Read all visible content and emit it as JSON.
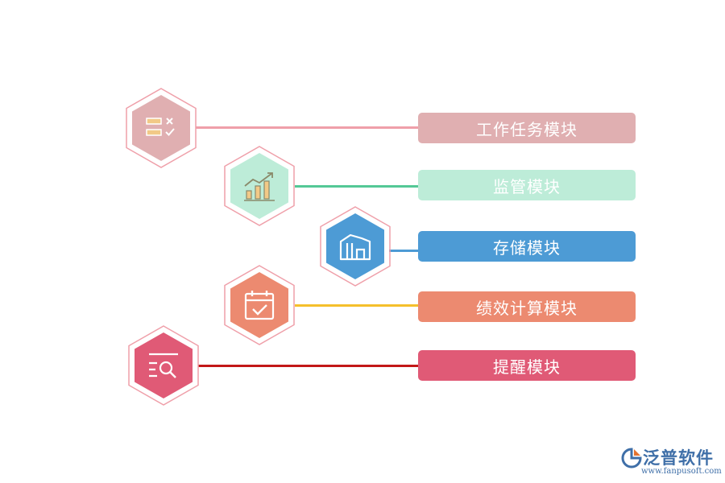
{
  "modules": [
    {
      "label": "工作任务模块",
      "color": "#e0afb1",
      "line_color": "#ef9fa9",
      "icon": "task-checklist-icon"
    },
    {
      "label": "监管模块",
      "color": "#bdecd8",
      "line_color": "#53c896",
      "icon": "bar-chart-trend-icon"
    },
    {
      "label": "存储模块",
      "color": "#4d9bd5",
      "line_color": "#4d9bd5",
      "icon": "warehouse-icon"
    },
    {
      "label": "绩效计算模块",
      "color": "#ec8a70",
      "line_color": "#f5c02c",
      "icon": "calendar-check-icon"
    },
    {
      "label": "提醒模块",
      "color": "#e05a76",
      "line_color": "#c21818",
      "icon": "search-list-icon"
    }
  ],
  "brand": {
    "name": "泛普软件",
    "url": "www.fanpusoft.com",
    "color": "#3f6fa8"
  }
}
